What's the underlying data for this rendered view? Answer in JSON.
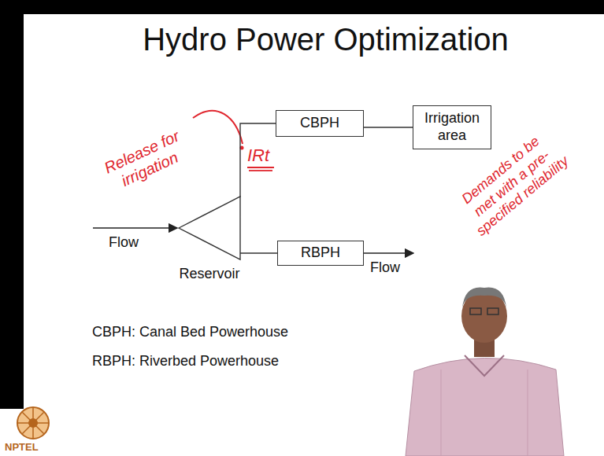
{
  "diagram": {
    "title": "Hydro Power Optimization",
    "nodes": [
      {
        "text": [
          "CBPH"
        ]
      },
      {
        "text": [
          "Irrigation area"
        ]
      },
      {
        "text": [
          "Reservoir"
        ]
      },
      {
        "text": [
          "RBPH"
        ]
      }
    ],
    "edges": [
      {
        "from": 2,
        "to": 0,
        "arrow": "none"
      },
      {
        "from": 0,
        "to": 1,
        "arrow": "none"
      },
      {
        "from": 2,
        "to": 3,
        "arrow": "none"
      }
    ],
    "labels": [
      "Release for irrigation",
      "IRt",
      "Demands to be met with a pre-specified reliability",
      "Flow",
      "Flow",
      "CBPH: Canal Bed Powerhouse",
      "RBPH: Riverbed Powerhouse",
      "NPTEL"
    ]
  }
}
